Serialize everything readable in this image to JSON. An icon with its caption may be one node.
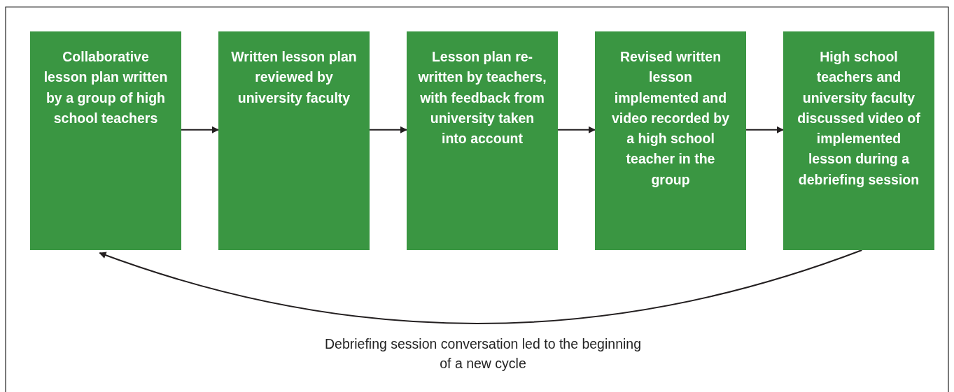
{
  "diagram": {
    "nodes": [
      {
        "text": [
          "Collaborative lesson plan written by a group of high school teachers"
        ]
      },
      {
        "text": [
          "Written lesson plan reviewed by university faculty"
        ]
      },
      {
        "text": [
          "Lesson plan re-written by teachers, with feedback from university taken into account"
        ]
      },
      {
        "text": [
          "Revised written lesson implemented and video recorded by a high school teacher in the group"
        ]
      },
      {
        "text": [
          "High school teachers and university faculty discussed video of implemented lesson during a debriefing session"
        ]
      }
    ],
    "edges": [
      {
        "from": 0,
        "to": 1,
        "arrow": "to"
      },
      {
        "from": 1,
        "to": 2,
        "arrow": "to"
      },
      {
        "from": 2,
        "to": 3,
        "arrow": "to"
      },
      {
        "from": 3,
        "to": 4,
        "arrow": "to"
      },
      {
        "from": 4,
        "to": 0,
        "arrow": "to"
      }
    ],
    "labels": [
      "Debriefing session conversation led to the beginning of a new cycle"
    ]
  }
}
